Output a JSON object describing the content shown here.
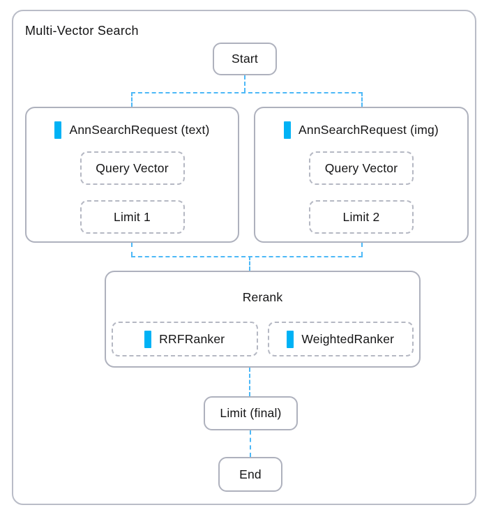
{
  "diagram": {
    "title": "Multi-Vector Search",
    "colors": {
      "accent_bar": "#00b2f5",
      "connector_blue": "#4cb8f7",
      "node_border_gray": "#aeb1bd",
      "dashed_border_gray": "#b5b8c3",
      "text": "#141415"
    },
    "nodes": {
      "start": {
        "label": "Start"
      },
      "ann_text": {
        "title": "AnnSearchRequest (text)",
        "items": [
          {
            "label": "Query Vector"
          },
          {
            "label": "Limit 1"
          }
        ]
      },
      "ann_img": {
        "title": "AnnSearchRequest (img)",
        "items": [
          {
            "label": "Query Vector"
          },
          {
            "label": "Limit 2"
          }
        ]
      },
      "rerank": {
        "title": "Rerank",
        "items": [
          {
            "label": "RRFRanker"
          },
          {
            "label": "WeightedRanker"
          }
        ]
      },
      "limit_final": {
        "label": "Limit (final)"
      },
      "end": {
        "label": "End"
      }
    }
  }
}
